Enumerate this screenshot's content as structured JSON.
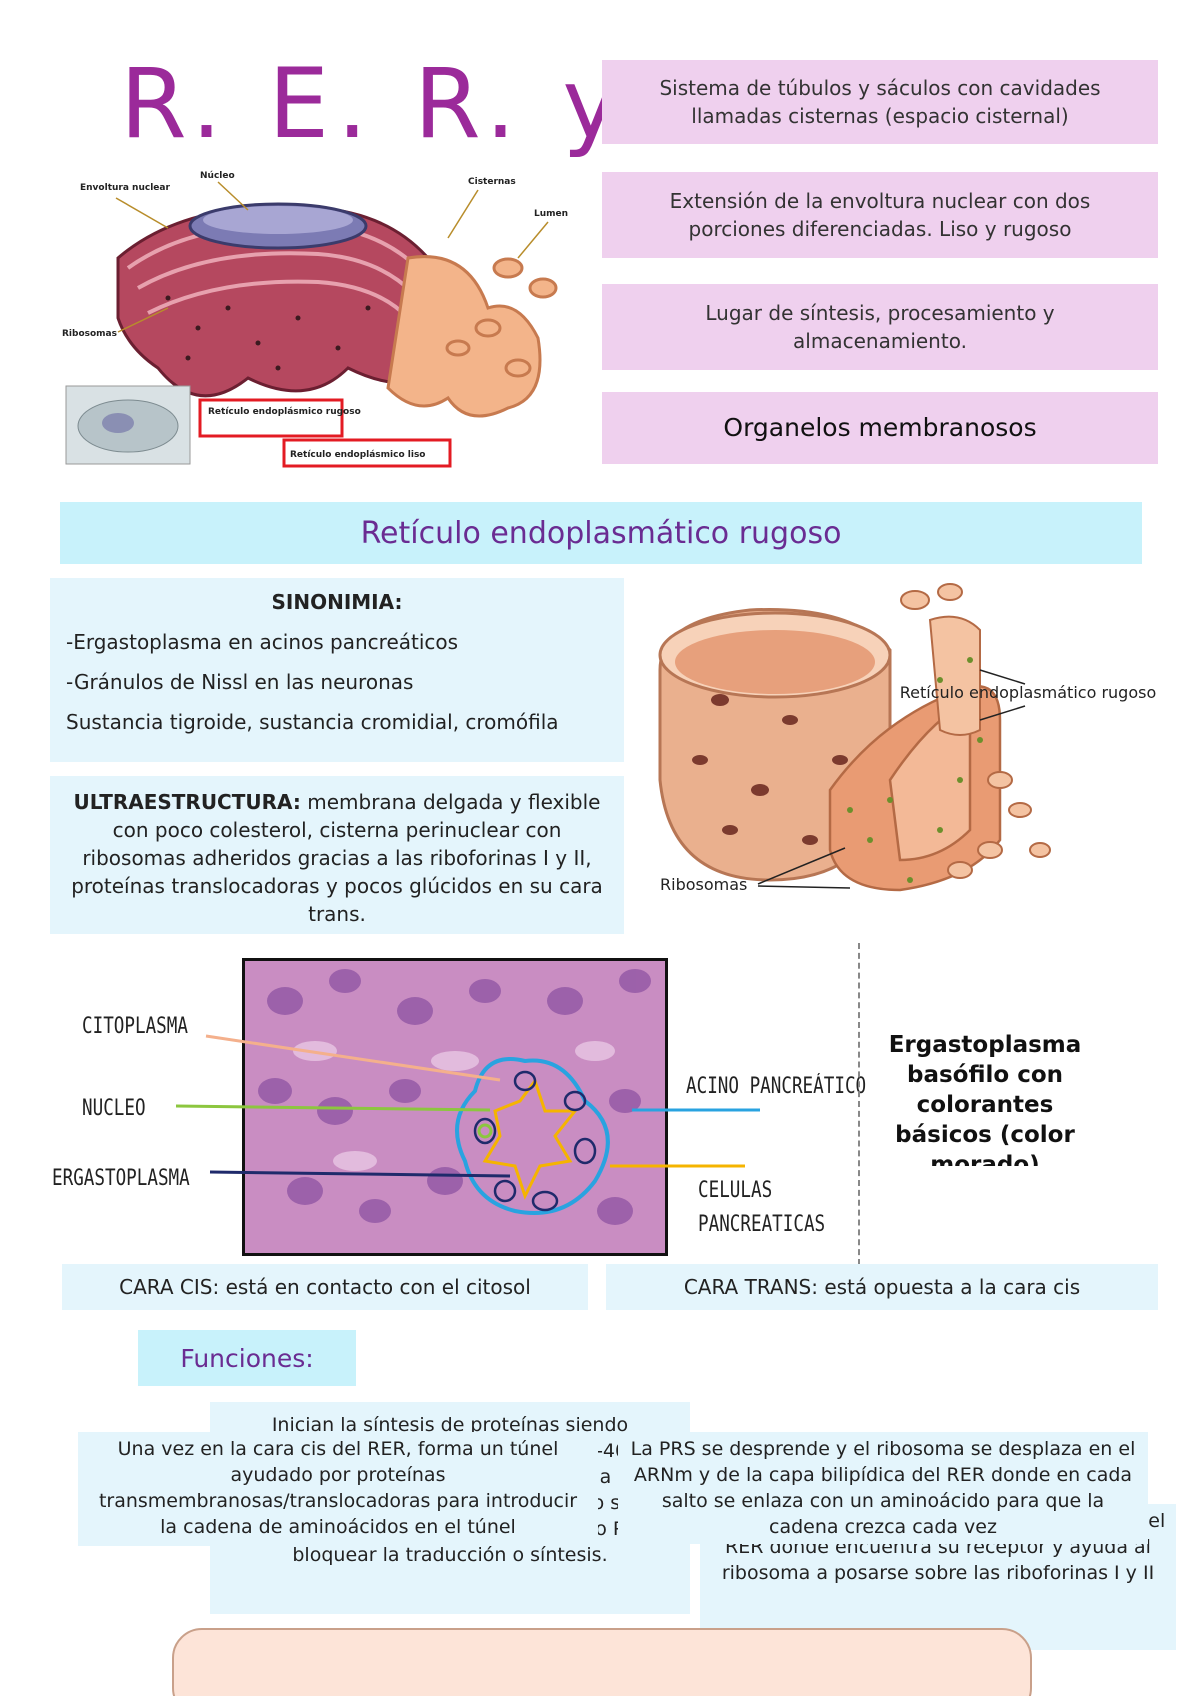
{
  "header": {
    "title": "R. E. R. y"
  },
  "pink_boxes": [
    "Sistema de túbulos y sáculos con cavidades llamadas cisternas (espacio cisternal)",
    "Extensión de la envoltura nuclear con dos porciones diferenciadas. Liso y rugoso",
    "Lugar de síntesis, procesamiento y almacenamiento.",
    "Organelos membranosos"
  ],
  "figure1": {
    "labels": {
      "envoltura": "Envoltura nuclear",
      "nucleo": "Núcleo",
      "cisternas": "Cisternas",
      "lumen": "Lumen",
      "ribosomas": "Ribosomas",
      "rer": "Retículo endoplásmico rugoso",
      "rel": "Retículo endoplásmico liso"
    }
  },
  "section_title": "Retículo endoplasmático rugoso",
  "sinonimia": {
    "heading": "SINONIMIA:",
    "items": [
      "-Ergastoplasma en acinos pancreáticos",
      "-Gránulos de Nissl en las neuronas",
      "Sustancia tigroide, sustancia cromidial, cromófila"
    ]
  },
  "ultra": {
    "label": "ULTRAESTRUCTURA:",
    "text": " membrana delgada y flexible con poco colesterol, cisterna perinuclear con ribosomas adheridos gracias a las riboforinas I y II, proteínas translocadoras y pocos glúcidos en su cara trans."
  },
  "figure2": {
    "label_rer": "Retículo endoplasmático rugoso",
    "label_ribosomas": "Ribosomas"
  },
  "histology": {
    "labels": {
      "citoplasma": "CITOPLASMA",
      "nucleo": "NUCLEO",
      "ergastoplasma": "ERGASTOPLASMA",
      "acino": "ACINO PANCREÁTICO",
      "celulas1": "CELULAS",
      "celulas2": "PANCREATICAS"
    },
    "colors": {
      "citoplasma": "#f4b08c",
      "nucleo": "#8cc63f",
      "ergastoplasma": "#1f2a6b",
      "acino": "#29a3e0",
      "celulas": "#f5b400"
    }
  },
  "ergastoplasma_note": "Ergastoplasma basófilo con colorantes básicos (color morado)",
  "cara_cis": "CARA CIS: está en contacto con el citosol",
  "cara_trans": "CARA TRANS: está opuesta a la cara cis",
  "funciones": {
    "title": "Funciones:",
    "box_top": "Inician la síntesis de proteínas siendo ribosomas libres y lego de unir 30-40 aminoácidos se une la PRS (partícula de reconocimiento de la señal) al péptido señal que sale del ribosoma y también al sitio P para bloquear la traducción o síntesis.",
    "box_left": "Una vez en la cara cis del RER, forma un túnel ayudado por proteínas transmembranosas/translocadoras para introducir la cadena de aminoácidos en el túnel",
    "box_right_top": "La PRS se desprende y el ribosoma se desplaza en el ARNm y de la capa bilipídica del RER donde en cada salto se enlaza con un aminoácido para que la cadena crezca cada vez",
    "box_right_bottom": "La PRS guía al ribosoma hacia la membrana del RER donde encuentra su receptor y ayuda al ribosoma a posarse sobre las riboforinas I y II"
  }
}
